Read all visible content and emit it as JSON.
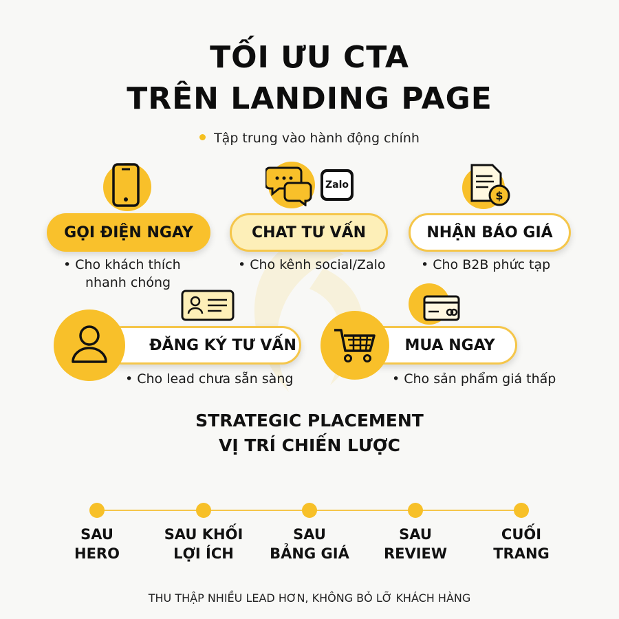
{
  "header": {
    "title_line1": "TỐI ƯU CTA",
    "title_line2": "TRÊN LANDING PAGE",
    "subtitle": "Tập trung vào hành động chính"
  },
  "ctas": [
    {
      "label": "GỌI ĐIỆN NGAY",
      "desc_line1": "Cho khách thích",
      "desc_line2": "nhanh chóng",
      "icon": "phone-icon"
    },
    {
      "label": "CHAT TƯ VẤN",
      "desc_line1": "Cho kênh social/Zalo",
      "icon": "chat-bubbles-icon",
      "badge": "Zalo"
    },
    {
      "label": "NHẬN BÁO GIÁ",
      "desc_line1": "Cho B2B phức tạp",
      "icon": "quote-document-icon"
    },
    {
      "label": "ĐĂNG KÝ TƯ VẤN",
      "desc_line1": "Cho lead chưa sẵn sàng",
      "icon": "user-icon"
    },
    {
      "label": "MUA NGAY",
      "desc_line1": "Cho sản phẩm giá thấp",
      "icon": "shopping-cart-icon"
    }
  ],
  "placement": {
    "title_line1": "STRATEGIC PLACEMENT",
    "title_line2": "VỊ TRÍ CHIẾN LƯỢC",
    "steps": [
      {
        "line1": "SAU",
        "line2": "HERO"
      },
      {
        "line1": "SAU KHỐI",
        "line2": "LỢI ÍCH"
      },
      {
        "line1": "SAU",
        "line2": "BẢNG GIÁ"
      },
      {
        "line1": "SAU",
        "line2": "REVIEW"
      },
      {
        "line1": "CUỐI",
        "line2": "TRANG"
      }
    ]
  },
  "footer": "THU THẬP NHIỀU LEAD HƠN, KHÔNG BỎ LỠ KHÁCH HÀNG",
  "colors": {
    "accent": "#f8c02a",
    "cream": "#fdefb8",
    "text": "#111111"
  }
}
